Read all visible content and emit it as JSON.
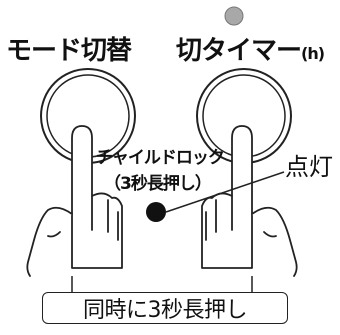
{
  "labels": {
    "left_button": "モード切替",
    "right_button": "切タイマー",
    "right_button_unit": "(h)",
    "child_lock": "チャイルドロック",
    "child_lock_sub": "（3秒長押し）",
    "lamp_state": "点灯",
    "instruction": "同時に3秒長押し"
  },
  "colors": {
    "indicator_lamp": "#a8a8a8",
    "lock_lamp": "#111111",
    "line": "#222222"
  },
  "icons": {
    "left_hand": "pointing-hand-icon",
    "right_hand": "pointing-hand-icon"
  }
}
